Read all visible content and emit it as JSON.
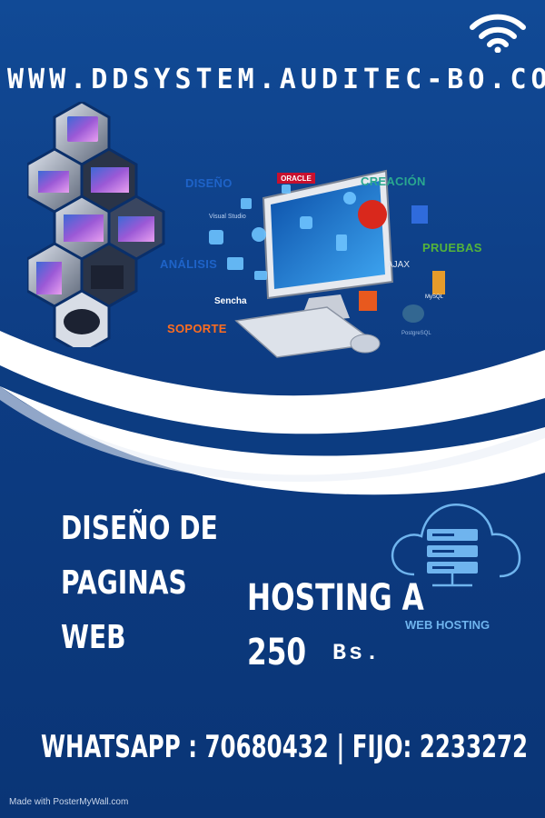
{
  "website": "WWW.DDSYSTEM.AUDITEC-BO.COM/",
  "service_tags": {
    "diseno": "DISEÑO",
    "creacion": "CREACIÓN",
    "pruebas": "PRUEBAS",
    "analisis": "ANÁLISIS",
    "soporte": "SOPORTE"
  },
  "tech_logos": {
    "oracle": "ORACLE",
    "visual_studio": "Visual Studio",
    "sencha": "Sencha",
    "ajax": "AJAX",
    "mysql": "MySQL",
    "postgresql": "PostgreSQL"
  },
  "headline": {
    "line1": "DISEÑO DE",
    "line2": "PAGINAS",
    "line3": "WEB"
  },
  "hosting": {
    "line1": "HOSTING A",
    "price": "250",
    "currency": "Bs."
  },
  "web_hosting_label": "WEB HOSTING",
  "contact": "WHATSAPP : 70680432  |  FIJO: 2233272",
  "credit": "Made with PosterMyWall.com",
  "colors": {
    "background": "#0f3f88",
    "wave": "#ffffff",
    "wave_band": "#0b3a80",
    "tag_blue": "#1e63c8",
    "tag_teal": "#2aa88f",
    "tag_green": "#55b43a",
    "tag_orange": "#ff6d1f",
    "cloud": "#6fb4ee"
  },
  "icons": [
    "wifi-icon",
    "hexagon-device-cluster",
    "web-development-collage-icon",
    "cloud-server-icon"
  ]
}
